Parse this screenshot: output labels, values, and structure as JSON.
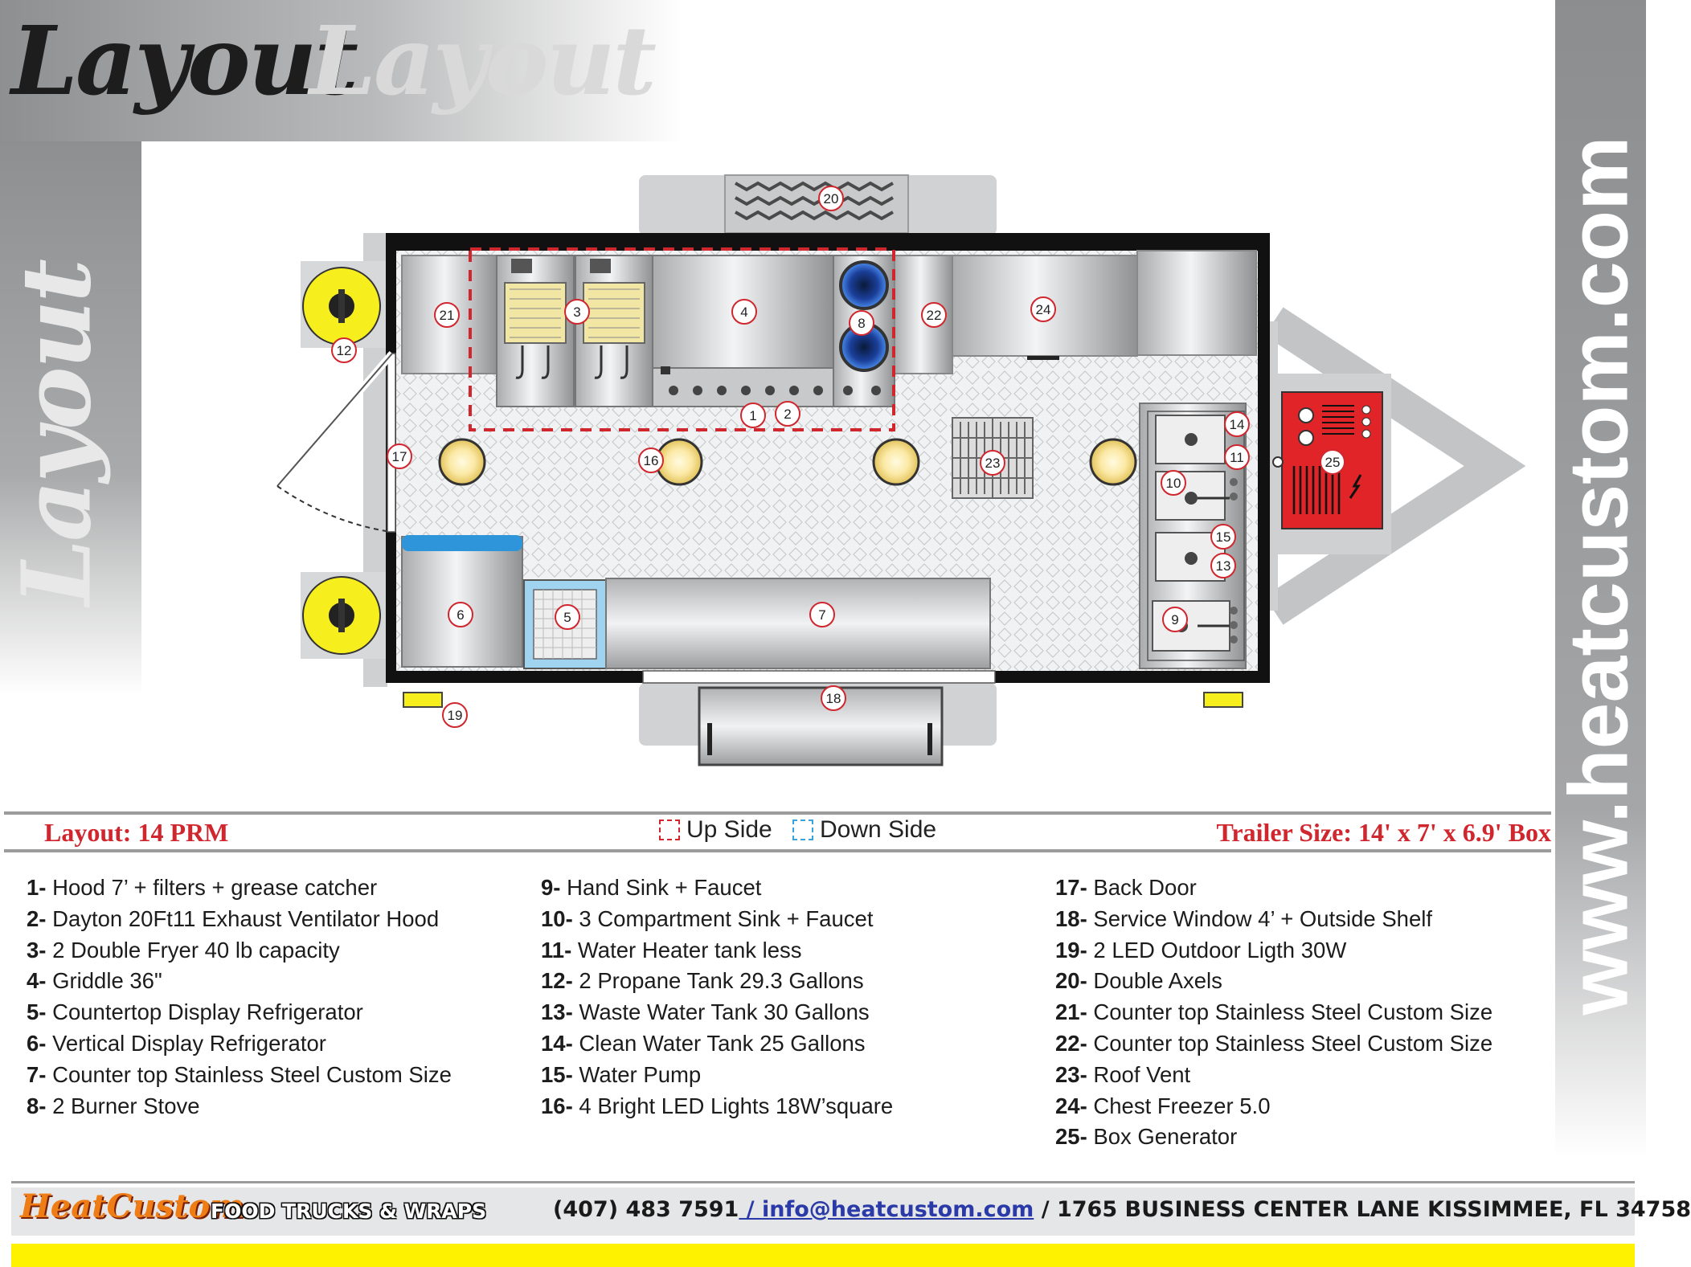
{
  "header": {
    "title_dark": "Layout",
    "title_light": "Layout",
    "title_vertical": "Layout"
  },
  "site_url": "www.heatcustom.com",
  "floorplan": {
    "markers": [
      "1",
      "2",
      "3",
      "4",
      "5",
      "6",
      "7",
      "8",
      "9",
      "10",
      "11",
      "12",
      "13",
      "14",
      "15",
      "16",
      "17",
      "18",
      "19",
      "20",
      "21",
      "22",
      "23",
      "24",
      "25"
    ]
  },
  "info_bar": {
    "layout_name": "Layout: 14 PRM",
    "legend_up": "Up Side",
    "legend_down": "Down Side",
    "trailer_size": "Trailer Size: 14' x 7' x 6.9' Box"
  },
  "items": [
    {
      "num": "1-",
      "text": " Hood 7’ + filters + grease catcher"
    },
    {
      "num": "2-",
      "text": " Dayton 20Ft11 Exhaust Ventilator Hood"
    },
    {
      "num": "3-",
      "text": " 2 Double Fryer 40 lb capacity"
    },
    {
      "num": "4-",
      "text": " Griddle 36\""
    },
    {
      "num": "5-",
      "text": " Countertop Display Refrigerator"
    },
    {
      "num": "6-",
      "text": " Vertical Display Refrigerator"
    },
    {
      "num": "7-",
      "text": " Counter top Stainless Steel Custom Size"
    },
    {
      "num": "8-",
      "text": " 2 Burner Stove"
    },
    {
      "num": "9-",
      "text": " Hand Sink + Faucet"
    },
    {
      "num": "10-",
      "text": "  3 Compartment Sink + Faucet"
    },
    {
      "num": "11-",
      "text": " Water Heater tank less"
    },
    {
      "num": "12-",
      "text": " 2 Propane Tank 29.3 Gallons"
    },
    {
      "num": "13-",
      "text": " Waste Water Tank 30 Gallons"
    },
    {
      "num": "14-",
      "text": " Clean Water Tank 25 Gallons"
    },
    {
      "num": "15-",
      "text": " Water Pump"
    },
    {
      "num": "16-",
      "text": " 4 Bright LED Lights 18W’square"
    },
    {
      "num": "17-",
      "text": " Back Door"
    },
    {
      "num": "18-",
      "text": " Service Window 4’ + Outside Shelf"
    },
    {
      "num": "19-",
      "text": " 2 LED Outdoor Ligth 30W"
    },
    {
      "num": "20-",
      "text": " Double Axels"
    },
    {
      "num": "21-",
      "text": " Counter top Stainless Steel Custom Size"
    },
    {
      "num": "22-",
      "text": " Counter top Stainless Steel Custom Size"
    },
    {
      "num": "23-",
      "text": " Roof Vent"
    },
    {
      "num": "24-",
      "text": " Chest Freezer 5.0"
    },
    {
      "num": "25-",
      "text": " Box Generator"
    }
  ],
  "footer": {
    "logo": "HeatCustom",
    "tagline": "FOOD TRUCKS & WRAPS",
    "phone": "(407) 483 7591",
    "sep1": " / ",
    "email": " info@heatcustom.com",
    "sep2": " / ",
    "address": " 1765 BUSINESS CENTER LANE KISSIMMEE, FL 34758"
  },
  "colors": {
    "accent_red": "#d0262e",
    "down_blue": "#3aa3d8",
    "generator_red": "#e02427",
    "propane_yellow": "#f7ee1e",
    "footer_yellow": "#fff200"
  }
}
